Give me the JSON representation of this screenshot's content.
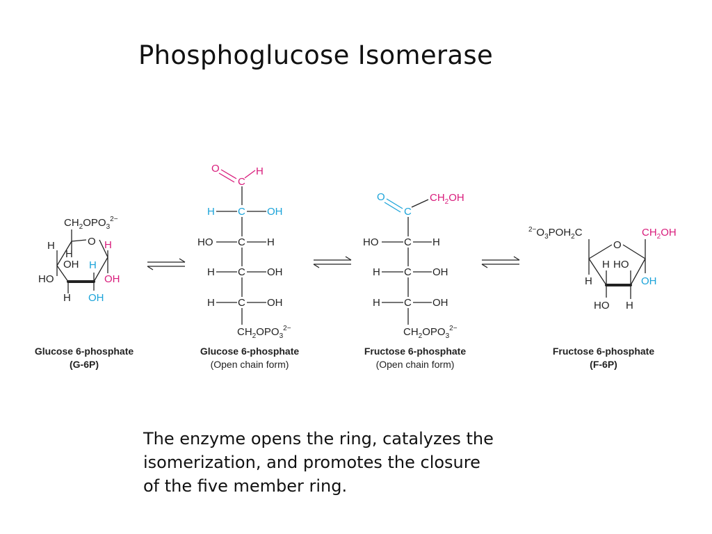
{
  "title": "Phosphoglucose Isomerase",
  "caption": {
    "line1": "The enzyme opens the ring, catalyzes the",
    "line2": "isomerization, and promotes the closure",
    "line3": "of the five member ring."
  },
  "structures": [
    {
      "name": "Glucose 6-phosphate",
      "sub": "(G-6P)"
    },
    {
      "name": "Glucose 6-phosphate",
      "sub": "(Open chain form)"
    },
    {
      "name": "Fructose 6-phosphate",
      "sub": "(Open chain form)"
    },
    {
      "name": "Fructose 6-phosphate",
      "sub": "(F-6P)"
    }
  ],
  "atoms": {
    "H": "H",
    "OH": "OH",
    "HO": "HO",
    "C": "C",
    "O": "O",
    "CH": "CH",
    "two": "2",
    "OPO": "OPO",
    "three": "3",
    "minus2": "2−",
    "POH": "POH",
    "OH_tail": "OH"
  },
  "colors": {
    "magenta": "#d81b7b",
    "cyan": "#1aa3d9",
    "black": "#222222"
  }
}
